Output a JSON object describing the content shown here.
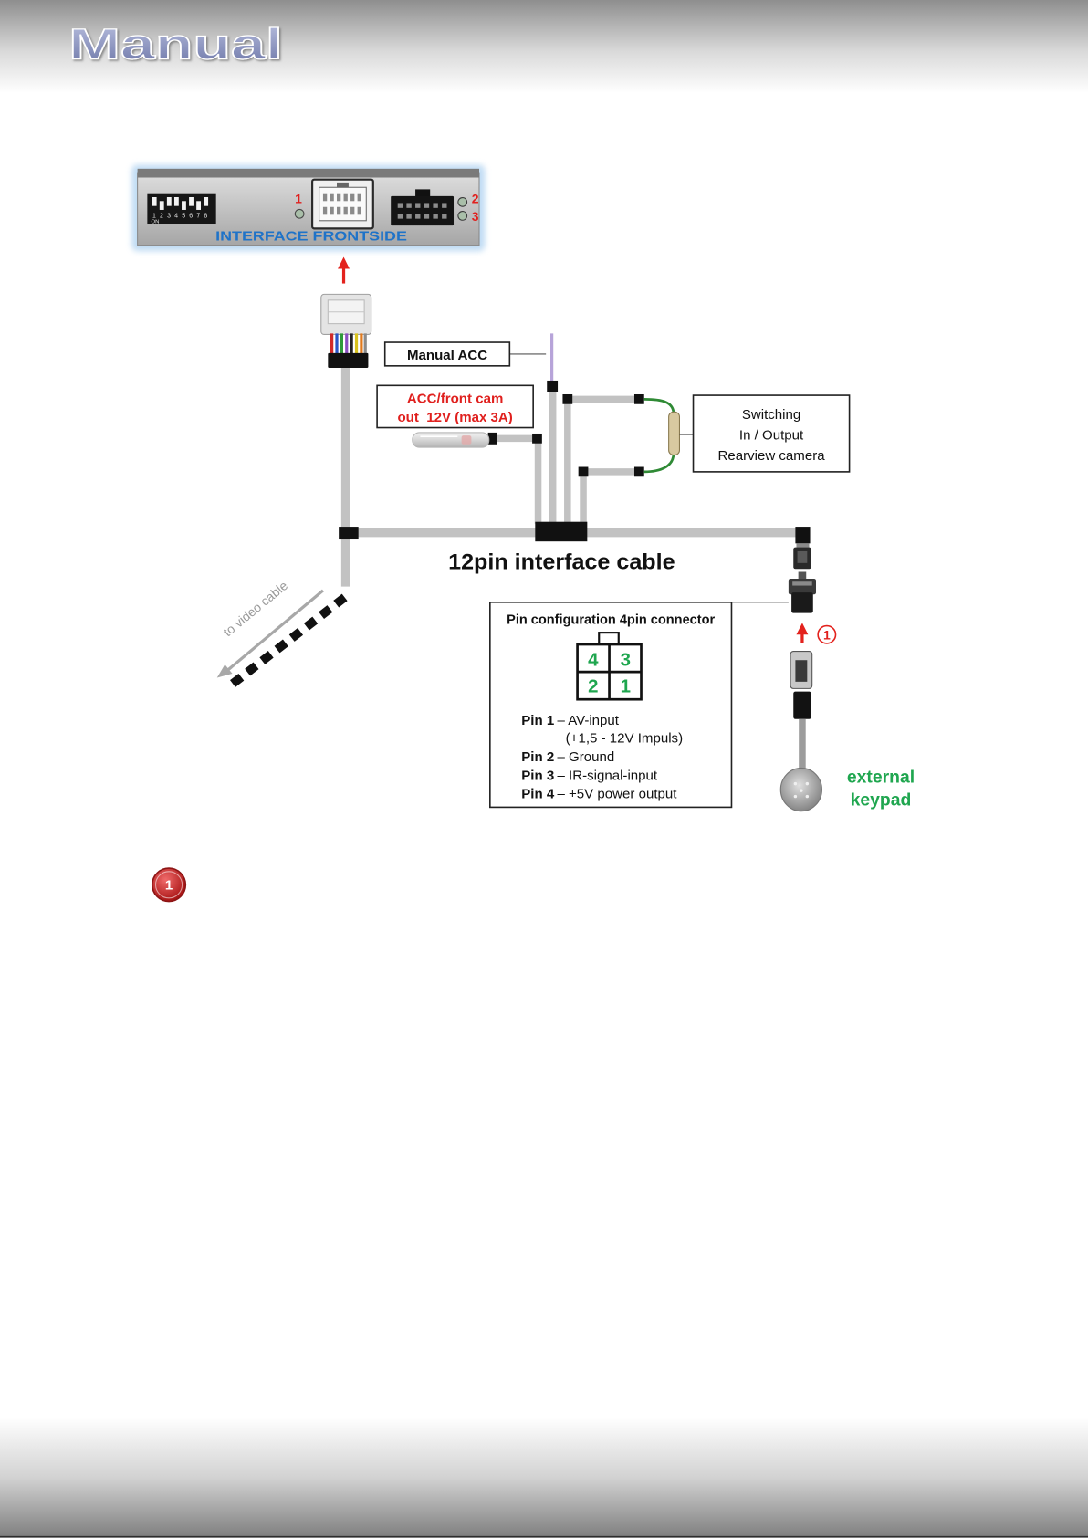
{
  "header": {
    "title": "Manual"
  },
  "interface": {
    "label": "INTERFACE FRONTSIDE",
    "dip_on": "ON",
    "dip_numbers": [
      "1",
      "2",
      "3",
      "4",
      "5",
      "6",
      "7",
      "8"
    ],
    "port_1": "1",
    "port_2": "2",
    "port_3": "3"
  },
  "labels": {
    "manual_acc": "Manual ACC",
    "acc_front_cam_line1": "ACC/front cam",
    "acc_front_cam_line2": "out  12V (max 3A)",
    "switching_line1": "Switching",
    "switching_line2": "In / Output",
    "switching_line3": "Rearview camera",
    "cable": "12pin interface cable",
    "video_cable": "to video cable",
    "keypad_line1": "external",
    "keypad_line2": "keypad",
    "step_marker": "1"
  },
  "pin_config": {
    "title": "Pin configuration 4pin connector",
    "grid": {
      "top_left": "4",
      "top_right": "3",
      "bottom_left": "2",
      "bottom_right": "1"
    },
    "pins": [
      {
        "name": "Pin 1",
        "desc": "– AV-input",
        "extra": "(+1,5 - 12V Impuls)"
      },
      {
        "name": "Pin 2",
        "desc": "– Ground"
      },
      {
        "name": "Pin 3",
        "desc": "– IR-signal-input"
      },
      {
        "name": "Pin 4",
        "desc": "– +5V power output"
      }
    ]
  },
  "note_marker": "1",
  "colors": {
    "label_red": "#e0201e",
    "label_green": "#1fa64f",
    "label_blue": "#1f73c8",
    "title": "#7d86b3"
  }
}
